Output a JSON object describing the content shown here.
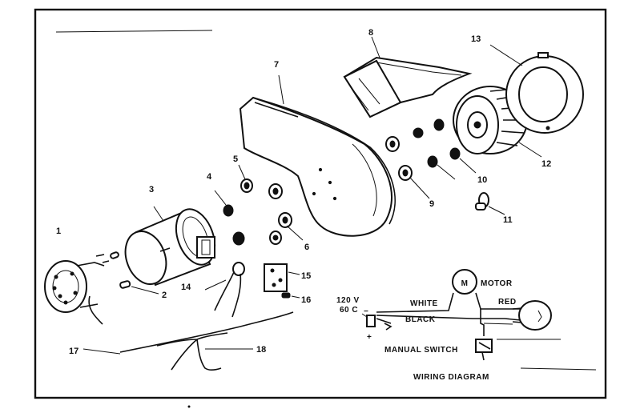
{
  "diagram": {
    "callouts": [
      "1",
      "2",
      "3",
      "4",
      "5",
      "6",
      "7",
      "8",
      "9",
      "10",
      "11",
      "12",
      "13",
      "14",
      "15",
      "16",
      "17",
      "18"
    ],
    "wiring": {
      "title": "WIRING DIAGRAM",
      "supply_voltage": "120 V",
      "supply_frequency": "60 C",
      "minus": "−",
      "plus": "+",
      "motor_label": "MOTOR",
      "motor_symbol": "M",
      "white": "WHITE",
      "red": "RED",
      "black": "BLACK",
      "switch": "MANUAL SWITCH"
    }
  }
}
